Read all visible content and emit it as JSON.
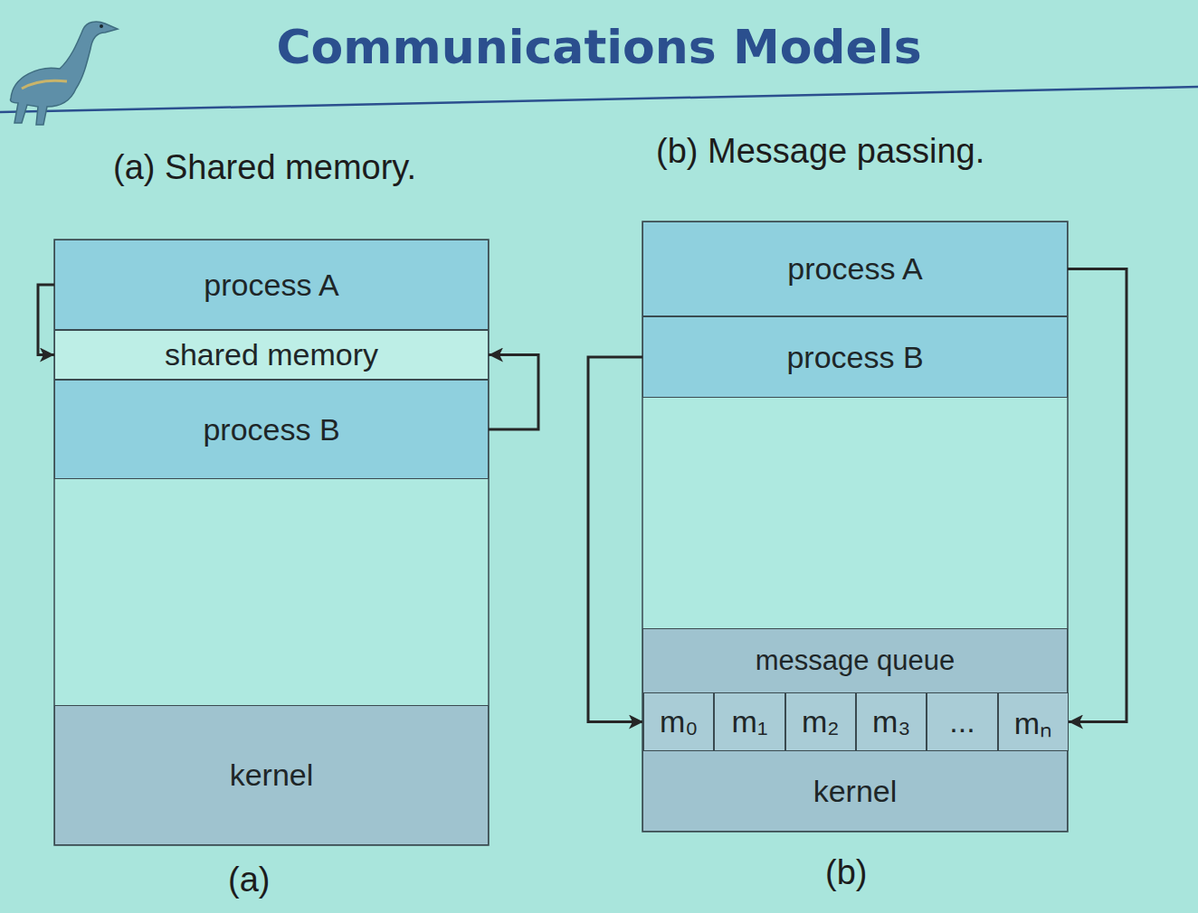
{
  "diagram": {
    "title": "Communications Models",
    "nodes": [
      {
        "text": [
          "process A"
        ]
      },
      {
        "text": [
          "shared memory"
        ]
      },
      {
        "text": [
          "process B"
        ]
      },
      {
        "text": [
          "kernel"
        ]
      },
      {
        "text": [
          "process A"
        ]
      },
      {
        "text": [
          "process B"
        ]
      },
      {
        "text": [
          "message queue"
        ]
      },
      {
        "text": [
          "m₀"
        ],
        "in": 6
      },
      {
        "text": [
          "m₁"
        ],
        "in": 6
      },
      {
        "text": [
          "m₂"
        ],
        "in": 6
      },
      {
        "text": [
          "m₃"
        ],
        "in": 6
      },
      {
        "text": [
          "..."
        ],
        "in": 6
      },
      {
        "text": [
          "mₙ"
        ],
        "in": 6
      },
      {
        "text": [
          "kernel"
        ]
      }
    ],
    "edges": [
      {
        "from": 0,
        "to": 1,
        "arrow": "to"
      },
      {
        "from": 2,
        "to": 1,
        "arrow": "to"
      },
      {
        "from": 5,
        "to": 7,
        "arrow": "to"
      },
      {
        "from": 4,
        "to": 12,
        "arrow": "to"
      }
    ],
    "labels": [
      "(a) Shared memory.",
      "(b) Message passing.",
      "(a)",
      "(b)"
    ]
  }
}
